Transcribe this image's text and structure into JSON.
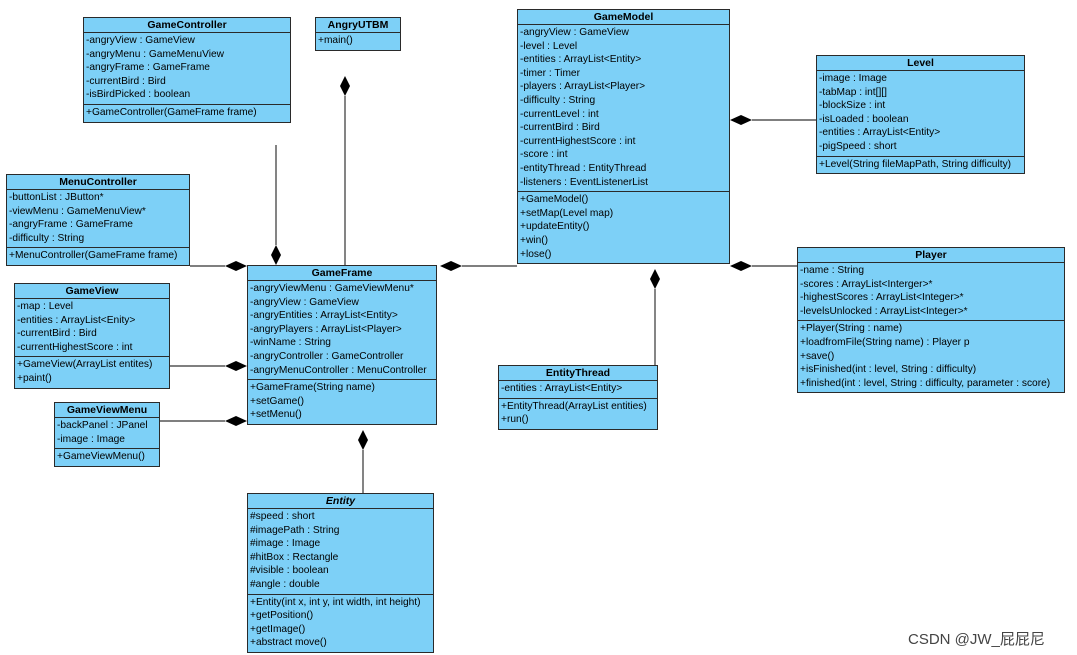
{
  "classes": [
    {
      "id": "GameController",
      "name": "GameController",
      "abstract": false,
      "attributes": [
        "-angryView : GameView",
        "-angryMenu : GameMenuView",
        "-angryFrame : GameFrame",
        "-currentBird : Bird",
        "-isBirdPicked : boolean"
      ],
      "operations": [
        "+GameController(GameFrame frame)"
      ]
    },
    {
      "id": "AngryUTBM",
      "name": "AngryUTBM",
      "abstract": false,
      "attributes": [],
      "operations": [
        "+main()"
      ]
    },
    {
      "id": "GameModel",
      "name": "GameModel",
      "abstract": false,
      "attributes": [
        "-angryView : GameView",
        "-level : Level",
        "-entities : ArrayList<Entity>",
        "-timer : Timer",
        "-players : ArrayList<Player>",
        "-difficulty : String",
        "-currentLevel : int",
        "-currentBird : Bird",
        "-currentHighestScore : int",
        "-score : int",
        "-entityThread : EntityThread",
        "-listeners : EventListenerList"
      ],
      "operations": [
        "+GameModel()",
        "+setMap(Level map)",
        "+updateEntity()",
        "+win()",
        "+lose()"
      ]
    },
    {
      "id": "Level",
      "name": "Level",
      "abstract": false,
      "attributes": [
        "-image : Image",
        "-tabMap : int[][]",
        "-blockSize : int",
        "-isLoaded : boolean",
        "-entities : ArrayList<Entity>",
        "-pigSpeed : short"
      ],
      "operations": [
        "+Level(String fileMapPath, String difficulty)"
      ]
    },
    {
      "id": "MenuController",
      "name": "MenuController",
      "abstract": false,
      "attributes": [
        "-buttonList : JButton*",
        "-viewMenu : GameMenuView*",
        "-angryFrame : GameFrame",
        "-difficulty : String"
      ],
      "operations": [
        "+MenuController(GameFrame frame)"
      ]
    },
    {
      "id": "GameFrame",
      "name": "GameFrame",
      "abstract": false,
      "attributes": [
        "-angryViewMenu : GameViewMenu*",
        "-angryView : GameView",
        "-angryEntities : ArrayList<Entity>",
        "-angryPlayers : ArrayList<Player>",
        "-winName : String",
        "-angryController : GameController",
        "-angryMenuController : MenuController"
      ],
      "operations": [
        "+GameFrame(String name)",
        "+setGame()",
        "+setMenu()"
      ]
    },
    {
      "id": "Player",
      "name": "Player",
      "abstract": false,
      "attributes": [
        "-name : String",
        "-scores : ArrayList<Interger>*",
        "-highestScores : ArrayList<Integer>*",
        "-levelsUnlocked : ArrayList<Integer>*"
      ],
      "operations": [
        "+Player(String : name)",
        "+loadfromFile(String name) : Player p",
        "+save()",
        "+isFinished(int : level, String : difficulty)",
        "+finished(int : level, String : difficulty, parameter : score)"
      ]
    },
    {
      "id": "GameView",
      "name": "GameView",
      "abstract": false,
      "attributes": [
        "-map : Level",
        "-entities : ArrayList<Enity>",
        "-currentBird : Bird",
        "-currentHighestScore : int"
      ],
      "operations": [
        "+GameView(ArrayList entites)",
        "+paint()"
      ]
    },
    {
      "id": "EntityThread",
      "name": "EntityThread",
      "abstract": false,
      "attributes": [
        "-entities : ArrayList<Entity>"
      ],
      "operations": [
        "+EntityThread(ArrayList entities)",
        "+run()"
      ]
    },
    {
      "id": "GameViewMenu",
      "name": "GameViewMenu",
      "abstract": false,
      "attributes": [
        "-backPanel : JPanel",
        "-image : Image"
      ],
      "operations": [
        "+GameViewMenu()"
      ]
    },
    {
      "id": "Entity",
      "name": "Entity",
      "abstract": true,
      "attributes": [
        "#speed : short",
        "#imagePath : String",
        "#image : Image",
        "#hitBox : Rectangle",
        "#visible : boolean",
        "#angle : double"
      ],
      "operations": [
        "+Entity(int x, int y, int width, int height)",
        "+getPosition()",
        "+getImage()",
        "+abstract move()"
      ]
    }
  ],
  "relations": [
    {
      "type": "composition",
      "whole": "GameFrame",
      "part": "GameController"
    },
    {
      "type": "composition",
      "whole": "AngryUTBM",
      "part": "GameFrame"
    },
    {
      "type": "composition",
      "whole": "GameFrame",
      "part": "MenuController"
    },
    {
      "type": "composition",
      "whole": "GameFrame",
      "part": "GameView"
    },
    {
      "type": "composition",
      "whole": "GameFrame",
      "part": "GameViewMenu"
    },
    {
      "type": "composition",
      "whole": "GameFrame",
      "part": "Entity"
    },
    {
      "type": "composition",
      "whole": "GameFrame",
      "part": "GameModel"
    },
    {
      "type": "composition",
      "whole": "GameModel",
      "part": "Level"
    },
    {
      "type": "composition",
      "whole": "GameModel",
      "part": "Player"
    },
    {
      "type": "composition",
      "whole": "GameModel",
      "part": "EntityThread"
    }
  ],
  "watermark": "CSDN @JW_屁屁尼"
}
